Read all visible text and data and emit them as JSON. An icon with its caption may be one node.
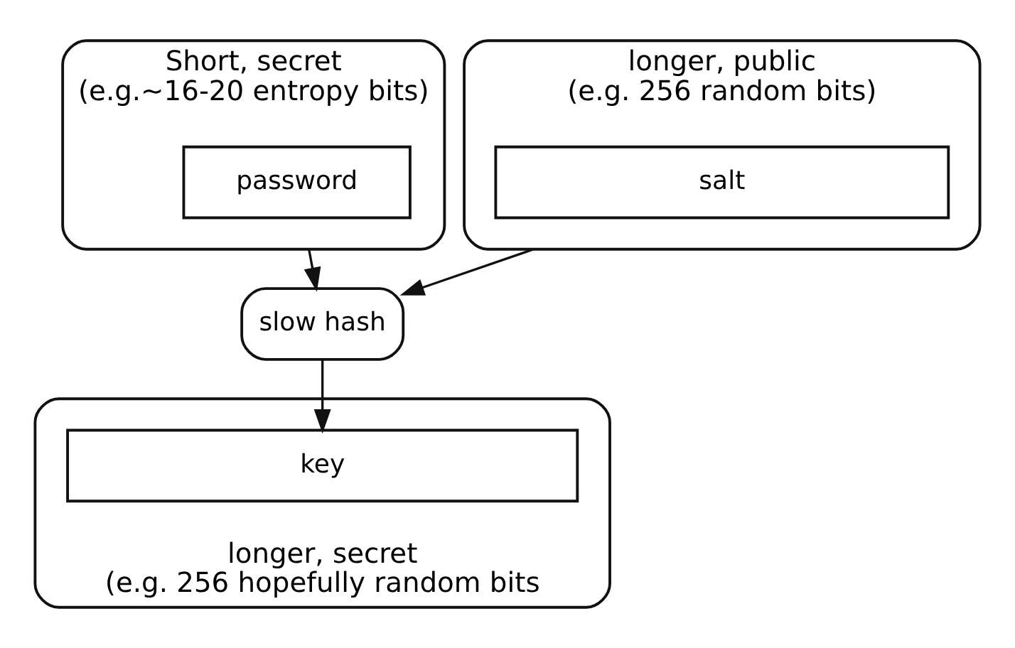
{
  "diagram": {
    "nodes": [
      {
        "text": [
          "Short, secret",
          "(e.g.~16-20 entropy bits)"
        ]
      },
      {
        "text": [
          "password"
        ],
        "in": 0
      },
      {
        "text": [
          "longer, public",
          "(e.g. 256 random bits)"
        ]
      },
      {
        "text": [
          "salt"
        ],
        "in": 2
      },
      {
        "text": [
          "slow hash"
        ]
      },
      {
        "text": [
          "longer, secret",
          "(e.g. 256 hopefully random bits"
        ]
      },
      {
        "text": [
          "key"
        ],
        "in": 5
      }
    ],
    "edges": [
      {
        "from": 0,
        "to": 4,
        "arrow": "to"
      },
      {
        "from": 2,
        "to": 4,
        "arrow": "to"
      },
      {
        "from": 4,
        "to": 6,
        "arrow": "to"
      }
    ]
  }
}
